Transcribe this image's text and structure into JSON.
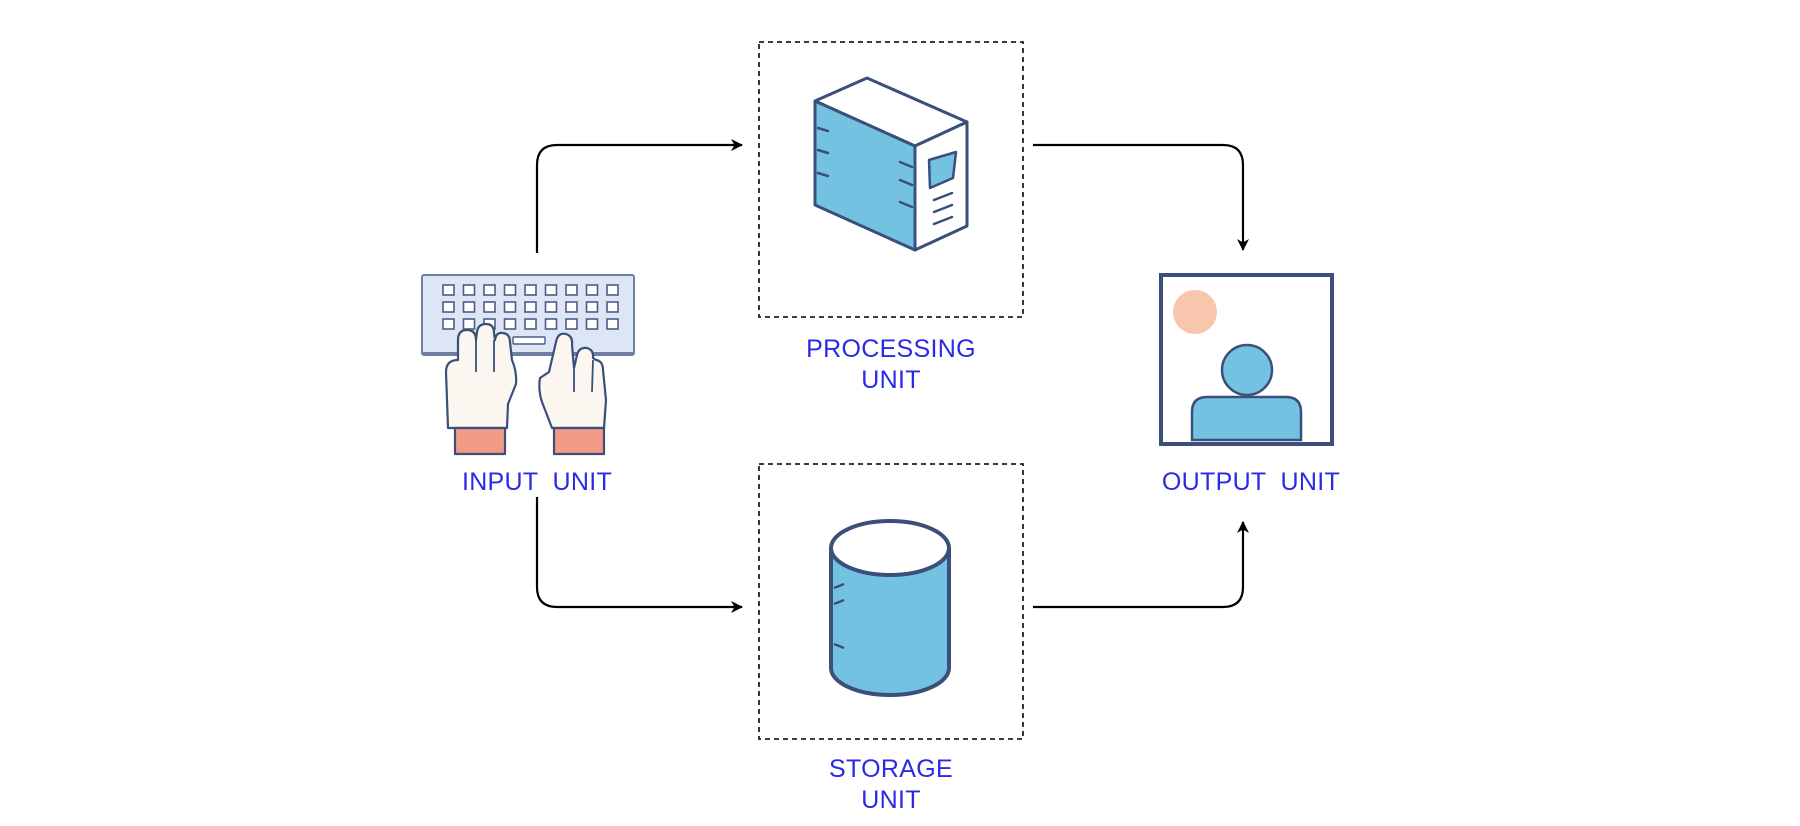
{
  "nodes": {
    "input": {
      "label": "INPUT  UNIT",
      "icon": "keyboard-typing-icon"
    },
    "processing": {
      "label_lines": [
        "PROCESSING",
        "UNIT"
      ],
      "icon": "server-tower-icon"
    },
    "storage": {
      "label_lines": [
        "STORAGE",
        "UNIT"
      ],
      "icon": "database-cylinder-icon"
    },
    "output": {
      "label": "OUTPUT  UNIT",
      "icon": "monitor-display-icon"
    }
  },
  "edges": [
    {
      "from": "input",
      "to": "processing"
    },
    {
      "from": "input",
      "to": "storage"
    },
    {
      "from": "processing",
      "to": "output"
    },
    {
      "from": "storage",
      "to": "output"
    }
  ],
  "colors": {
    "label_text": "#2a2ae6",
    "icon_fill": "#74c2e1",
    "icon_stroke": "#3a4f7a",
    "keyboard_fill": "#dde6f5",
    "sleeve": "#f29a85",
    "sun": "#f7c6ad",
    "arrow": "#000000",
    "dashed_box": "#222222"
  }
}
